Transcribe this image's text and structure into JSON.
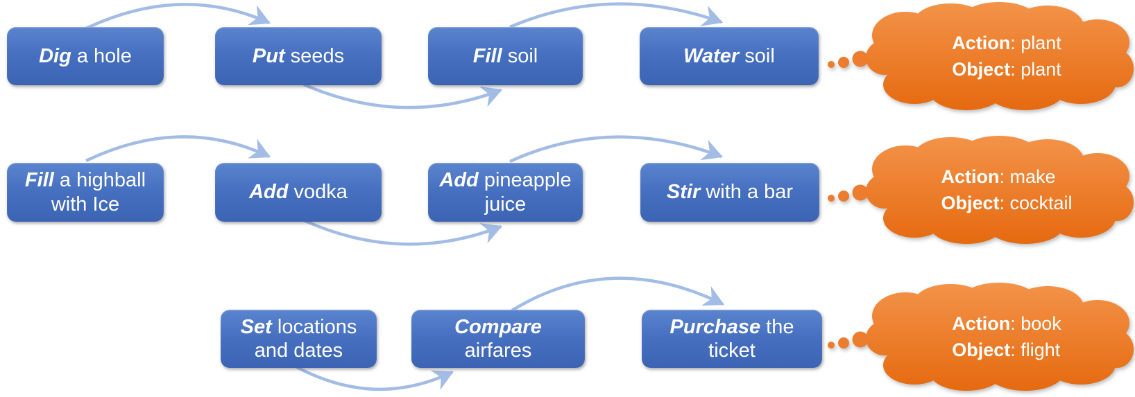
{
  "sep": ": ",
  "colors": {
    "box_blue_top": "#5b84ce",
    "box_blue_bottom": "#3c64b3",
    "arrow_blue": "#a3bce6",
    "bubble_orange_top": "#f39349",
    "bubble_orange_bottom": "#e5690f",
    "dot_orange": "#ec7c2e",
    "text_white": "#ffffff"
  },
  "rows": [
    {
      "steps": [
        {
          "action": "Dig",
          "rest": " a hole"
        },
        {
          "action": "Put",
          "rest": " seeds"
        },
        {
          "action": "Fill",
          "rest": " soil"
        },
        {
          "action": "Water",
          "rest": " soil"
        }
      ],
      "bubble": {
        "action_label": "Action",
        "action_value": "plant",
        "object_label": "Object",
        "object_value": "plant"
      }
    },
    {
      "steps": [
        {
          "action": "Fill",
          "rest": " a highball with Ice"
        },
        {
          "action": "Add",
          "rest": " vodka"
        },
        {
          "action": "Add",
          "rest": " pineapple juice"
        },
        {
          "action": "Stir",
          "rest": " with a bar"
        }
      ],
      "bubble": {
        "action_label": "Action",
        "action_value": "make",
        "object_label": "Object",
        "object_value": "cocktail"
      }
    },
    {
      "steps": [
        {
          "action": "Set",
          "rest": " locations and dates"
        },
        {
          "action": "Compare",
          "rest": " airfares"
        },
        {
          "action": "Purchase",
          "rest": " the ticket"
        }
      ],
      "bubble": {
        "action_label": "Action",
        "action_value": "book",
        "object_label": "Object",
        "object_value": "flight"
      }
    }
  ]
}
